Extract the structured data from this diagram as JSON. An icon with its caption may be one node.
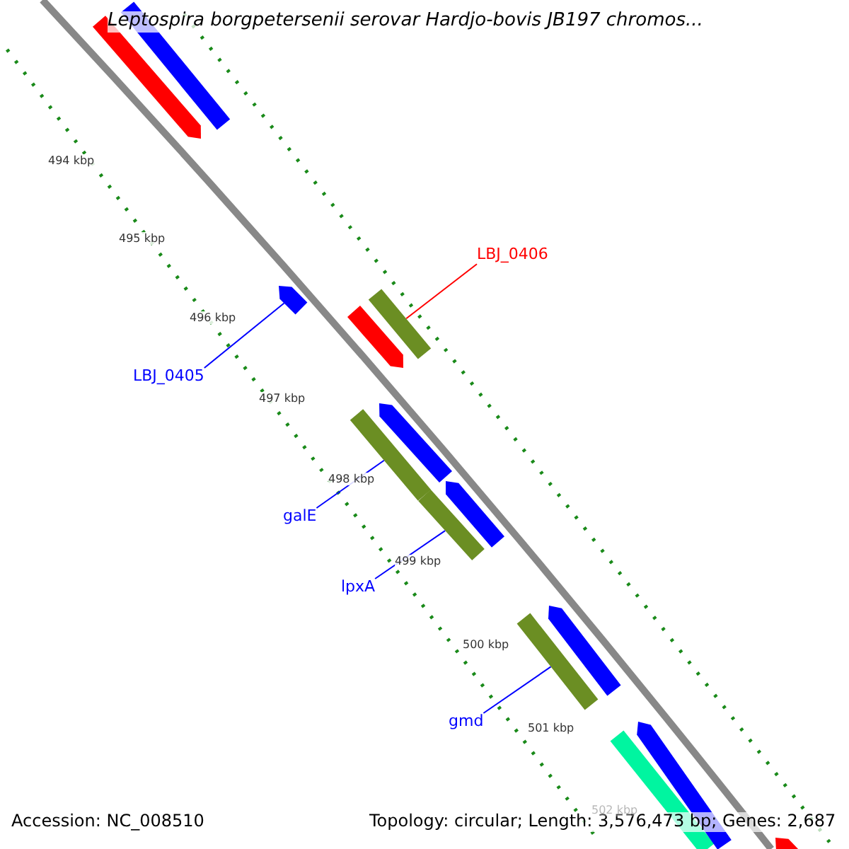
{
  "diagram": {
    "title": "Leptospira borgpetersenii serovar Hardjo-bovis JB197 chromos...",
    "nodes": [
      {
        "text": [
          "LBJ_0406"
        ]
      },
      {
        "text": [],
        "shape": "bar"
      },
      {
        "text": [
          "LBJ_0405"
        ]
      },
      {
        "text": [],
        "shape": "bar"
      },
      {
        "text": [
          "galE"
        ]
      },
      {
        "text": [],
        "shape": "bar"
      },
      {
        "text": [
          "lpxA"
        ]
      },
      {
        "text": [],
        "shape": "bar"
      },
      {
        "text": [
          "gmd"
        ]
      },
      {
        "text": [],
        "shape": "bar"
      },
      {
        "text": [],
        "shape": "bar"
      },
      {
        "text": [],
        "shape": "bar"
      },
      {
        "text": [],
        "shape": "bar"
      },
      {
        "text": [],
        "shape": "bar"
      },
      {
        "text": [],
        "shape": "bar"
      },
      {
        "text": [],
        "shape": "bar"
      },
      {
        "text": [],
        "shape": "bar"
      },
      {
        "text": [],
        "shape": "bar"
      },
      {
        "text": [],
        "shape": "bar"
      }
    ],
    "edges": [
      {
        "from": 0,
        "to": 1,
        "arrow": "none",
        "color": "#ff0000"
      },
      {
        "from": 2,
        "to": 3,
        "arrow": "none"
      },
      {
        "from": 4,
        "to": 5,
        "arrow": "none"
      },
      {
        "from": 6,
        "to": 7,
        "arrow": "none"
      },
      {
        "from": 8,
        "to": 9,
        "arrow": "none"
      }
    ],
    "labels": [
      "494 kbp",
      "495 kbp",
      "496 kbp",
      "497 kbp",
      "498 kbp",
      "499 kbp",
      "500 kbp",
      "501 kbp",
      "502 kbp",
      "Accession: NC_008510",
      "Topology: circular; Length: 3,576,473 bp; Genes: 2,687"
    ]
  }
}
